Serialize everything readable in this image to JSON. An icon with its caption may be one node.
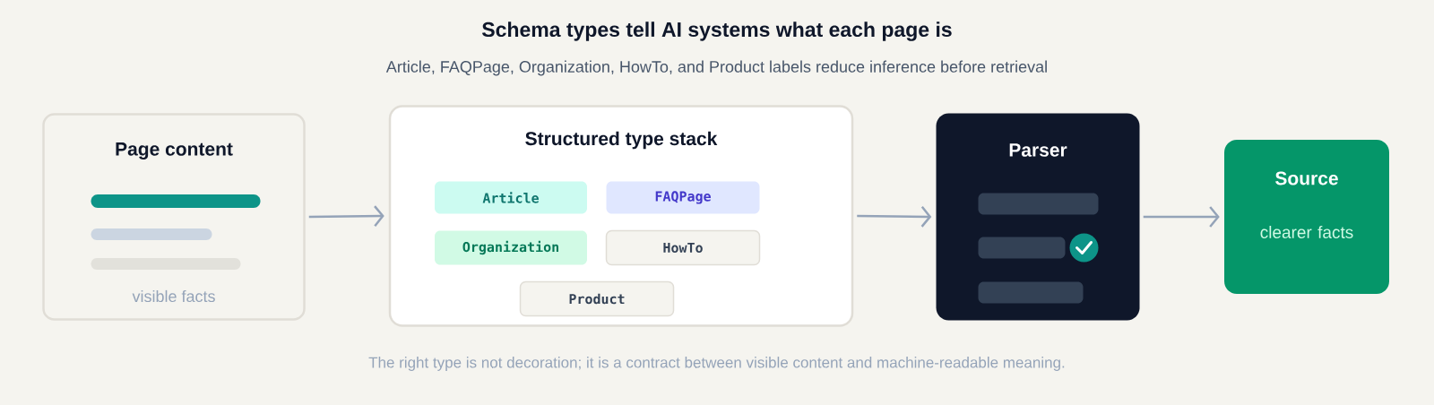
{
  "diagram": {
    "title": "Schema types tell AI systems what each page is",
    "caption": "The right type is not decoration; it is a contract between visible content and machine-readable meaning.",
    "labels": [
      "Article, FAQPage, Organization, HowTo, and Product labels reduce inference before retrieval"
    ],
    "nodes": [
      {
        "text": [
          "Page content",
          "visible facts"
        ]
      },
      {
        "text": [
          "Structured type stack"
        ]
      },
      {
        "text": [
          "Article"
        ],
        "in": 1
      },
      {
        "text": [
          "FAQPage"
        ],
        "in": 1
      },
      {
        "text": [
          "Organization"
        ],
        "in": 1
      },
      {
        "text": [
          "HowTo"
        ],
        "in": 1
      },
      {
        "text": [
          "Product"
        ],
        "in": 1
      },
      {
        "text": [
          "Parser"
        ]
      },
      {
        "text": [
          "Source",
          "clearer facts"
        ]
      }
    ],
    "edges": [
      {
        "from": 0,
        "to": 1,
        "arrow": "to"
      },
      {
        "from": 1,
        "to": 7,
        "arrow": "to"
      },
      {
        "from": 7,
        "to": 8,
        "arrow": "to"
      }
    ]
  }
}
